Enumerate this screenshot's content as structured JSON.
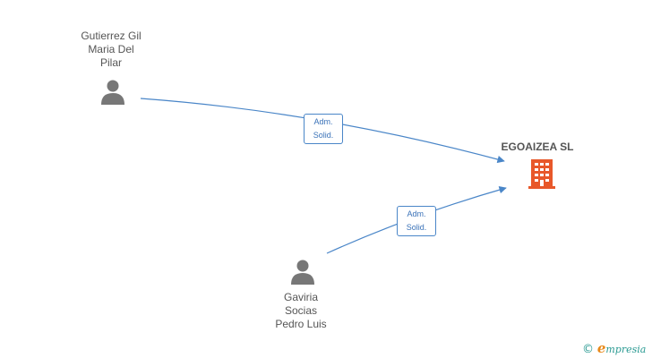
{
  "persons": [
    {
      "name_lines": [
        "Gutierrez Gil",
        "Maria Del",
        "Pilar"
      ]
    },
    {
      "name_lines": [
        "Gaviria",
        "Socias",
        "Pedro Luis"
      ]
    }
  ],
  "company": {
    "name": "EGOAIZEA SL"
  },
  "edges": [
    {
      "label_lines": [
        "Adm.",
        "Solid."
      ]
    },
    {
      "label_lines": [
        "Adm.",
        "Solid."
      ]
    }
  ],
  "brand": {
    "copyright": "©",
    "initial": "e",
    "rest": "mpresia"
  },
  "colors": {
    "person": "#777777",
    "company": "#e8582a",
    "edge": "#4a86c8"
  }
}
